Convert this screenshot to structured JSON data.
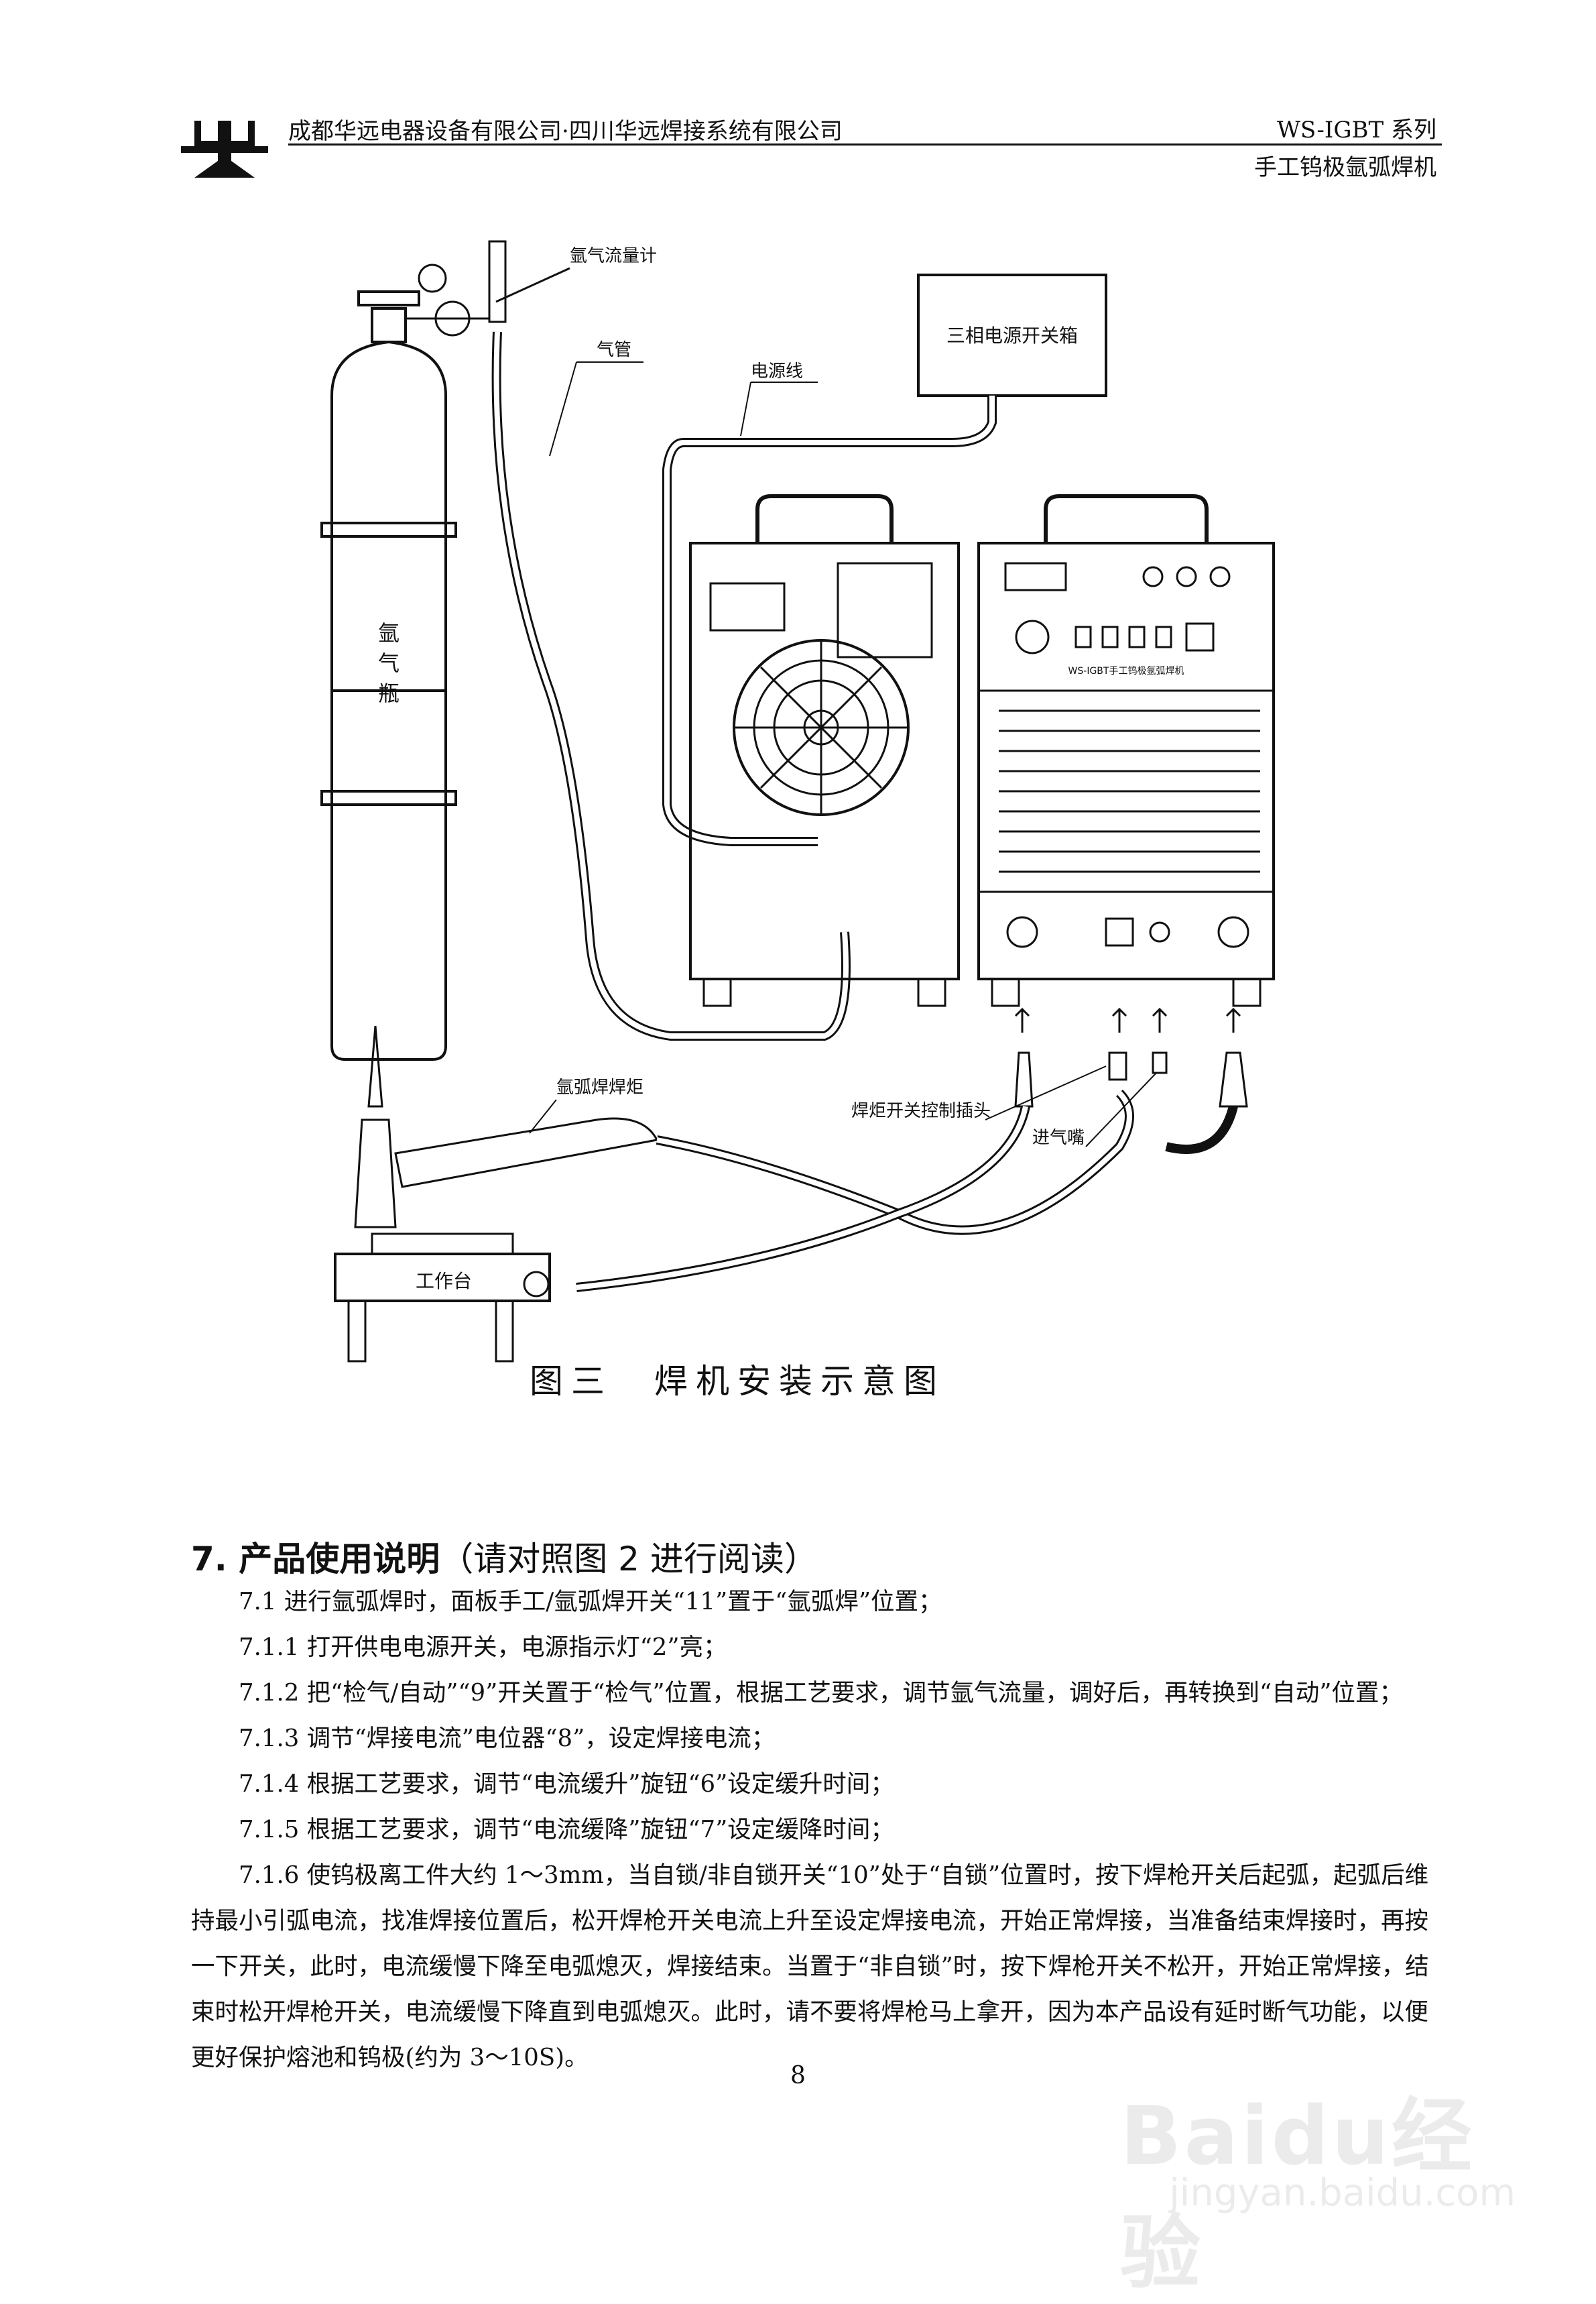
{
  "header": {
    "company": "成都华远电器设备有限公司·四川华远焊接系统有限公司",
    "series": "WS-IGBT 系列",
    "product": "手工钨极氩弧焊机"
  },
  "figure": {
    "labels": {
      "flowmeter": "氩气流量计",
      "gas_pipe": "气管",
      "power_cable": "电源线",
      "switch_box": "三相电源开关箱",
      "cylinder_1": "氩",
      "cylinder_2": "气",
      "cylinder_3": "瓶",
      "torch": "氩弧焊焊炬",
      "torch_plug": "焊炬开关控制插头",
      "gas_inlet": "进气嘴",
      "worktable": "工作台",
      "panel_model": "WS-IGBT手工钨极氩弧焊机"
    },
    "caption": "图三　焊机安装示意图"
  },
  "section": {
    "number": "7.",
    "title": "产品使用说明",
    "subtitle": "（请对照图 2 进行阅读）",
    "paragraphs": [
      "7.1 进行氩弧焊时，面板手工/氩弧焊开关“11”置于“氩弧焊”位置；",
      "7.1.1 打开供电电源开关，电源指示灯“2”亮；",
      "7.1.2 把“检气/自动”“9”开关置于“检气”位置，根据工艺要求，调节氩气流量，调好后，再转换到“自动”位置；",
      "7.1.3 调节“焊接电流”电位器“8”，设定焊接电流；",
      "7.1.4 根据工艺要求，调节“电流缓升”旋钮“6”设定缓升时间；",
      "7.1.5 根据工艺要求，调节“电流缓降”旋钮“7”设定缓降时间；",
      "7.1.6 使钨极离工件大约 1～3mm，当自锁/非自锁开关“10”处于“自锁”位置时，按下焊枪开关后起弧，起弧后维持最小引弧电流，找准焊接位置后，松开焊枪开关电流上升至设定焊接电流，开始正常焊接，当准备结束焊接时，再按一下开关，此时，电流缓慢下降至电弧熄灭，焊接结束。当置于“非自锁”时，按下焊枪开关不松开，开始正常焊接，结束时松开焊枪开关，电流缓慢下降直到电弧熄灭。此时，请不要将焊枪马上拿开，因为本产品设有延时断气功能，以便更好保护熔池和钨极(约为 3～10S)。"
    ]
  },
  "page_number": "8",
  "watermark": {
    "brand": "Baidu经验",
    "url": "jingyan.baidu.com"
  }
}
